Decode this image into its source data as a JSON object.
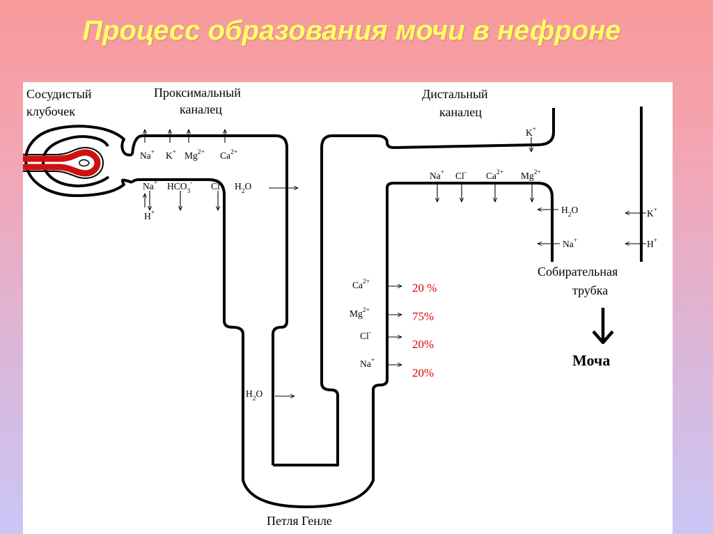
{
  "title": "Процесс образования мочи в нефроне",
  "labels": {
    "glomerulus": [
      "Сосудистый",
      "клубочек"
    ],
    "proximal": [
      "Проксимальный",
      "каналец"
    ],
    "distal": [
      "Дистальный",
      "каналец"
    ],
    "collecting": [
      "Собирательная",
      "трубка"
    ],
    "loop": "Петля Генле",
    "urine": "Моча"
  },
  "ions": {
    "proximal_top": [
      {
        "symbol": "Na",
        "charge": "+"
      },
      {
        "symbol": "K",
        "charge": "+"
      },
      {
        "symbol": "Mg",
        "charge": "2+"
      },
      {
        "symbol": "Ca",
        "charge": "2+"
      }
    ],
    "proximal_bottom": [
      {
        "symbol": "Na",
        "charge": "+"
      },
      {
        "symbol": "HCO",
        "sub": "3",
        "charge": "-"
      },
      {
        "symbol": "Cl",
        "charge": "-"
      },
      {
        "symbol": "H",
        "sub": "2",
        "tail": "O"
      }
    ],
    "proximal_h": {
      "symbol": "H",
      "charge": "+"
    },
    "loop_water": {
      "symbol": "H",
      "sub": "2",
      "tail": "O"
    },
    "ascending": [
      {
        "symbol": "Ca",
        "charge": "2+",
        "percent": "20 %"
      },
      {
        "symbol": "Mg",
        "charge": "2+",
        "percent": "75%"
      },
      {
        "symbol": "Cl",
        "charge": "-",
        "percent": "20%"
      },
      {
        "symbol": "Na",
        "charge": "+",
        "percent": "20%"
      }
    ],
    "distal_k": {
      "symbol": "K",
      "charge": "+"
    },
    "distal": [
      {
        "symbol": "Na",
        "charge": "+"
      },
      {
        "symbol": "Cl",
        "charge": "-"
      },
      {
        "symbol": "Ca",
        "charge": "2+"
      },
      {
        "symbol": "Mg",
        "charge": "2+"
      }
    ],
    "distal_water": {
      "symbol": "H",
      "sub": "2",
      "tail": "O"
    },
    "distal_na": {
      "symbol": "Na",
      "charge": "+"
    },
    "collecting_k": {
      "symbol": "K",
      "charge": "+"
    },
    "collecting_h": {
      "symbol": "H",
      "charge": "+"
    }
  },
  "colors": {
    "title": "#ffff66",
    "vessel": "#cc1111",
    "percent": "#e00000",
    "line": "#000000"
  }
}
